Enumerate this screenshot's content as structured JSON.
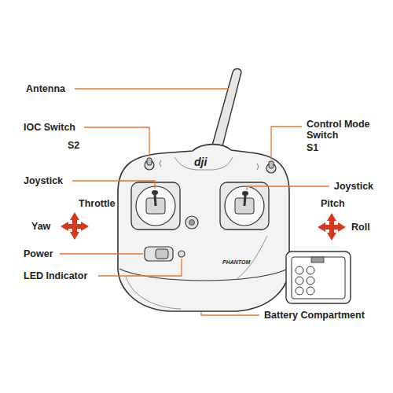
{
  "diagram": {
    "labels": [
      "Antenna",
      "IOC Switch",
      "S2",
      "Control Mode Switch",
      "S1",
      "Joystick",
      "Joystick",
      "Throttle",
      "Yaw",
      "Pitch",
      "Roll",
      "Power",
      "LED Indicator",
      "Battery Compartment",
      "dji",
      "PHANTOM"
    ]
  }
}
